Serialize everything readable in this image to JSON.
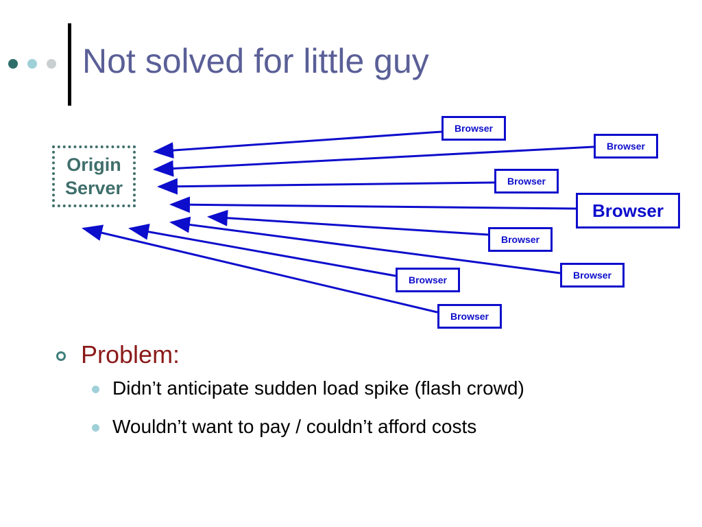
{
  "slide": {
    "title": "Not solved for little guy"
  },
  "decor": {
    "dot_colors": [
      "#2f6f6b",
      "#9fd0d8",
      "#c9cfd1"
    ]
  },
  "diagram": {
    "origin_label_line1": "Origin",
    "origin_label_line2": "Server",
    "arrow_color": "#0d0dcc",
    "browser_label": "Browser",
    "browsers": [
      {
        "label": "Browser",
        "size": "small"
      },
      {
        "label": "Browser",
        "size": "small"
      },
      {
        "label": "Browser",
        "size": "small"
      },
      {
        "label": "Browser",
        "size": "large"
      },
      {
        "label": "Browser",
        "size": "small"
      },
      {
        "label": "Browser",
        "size": "small"
      },
      {
        "label": "Browser",
        "size": "small"
      },
      {
        "label": "Browser",
        "size": "small"
      }
    ]
  },
  "content": {
    "heading": "Problem:",
    "bullets": [
      "Didn’t anticipate sudden load spike (flash crowd)",
      "Wouldn’t want to pay / couldn’t afford costs"
    ]
  }
}
